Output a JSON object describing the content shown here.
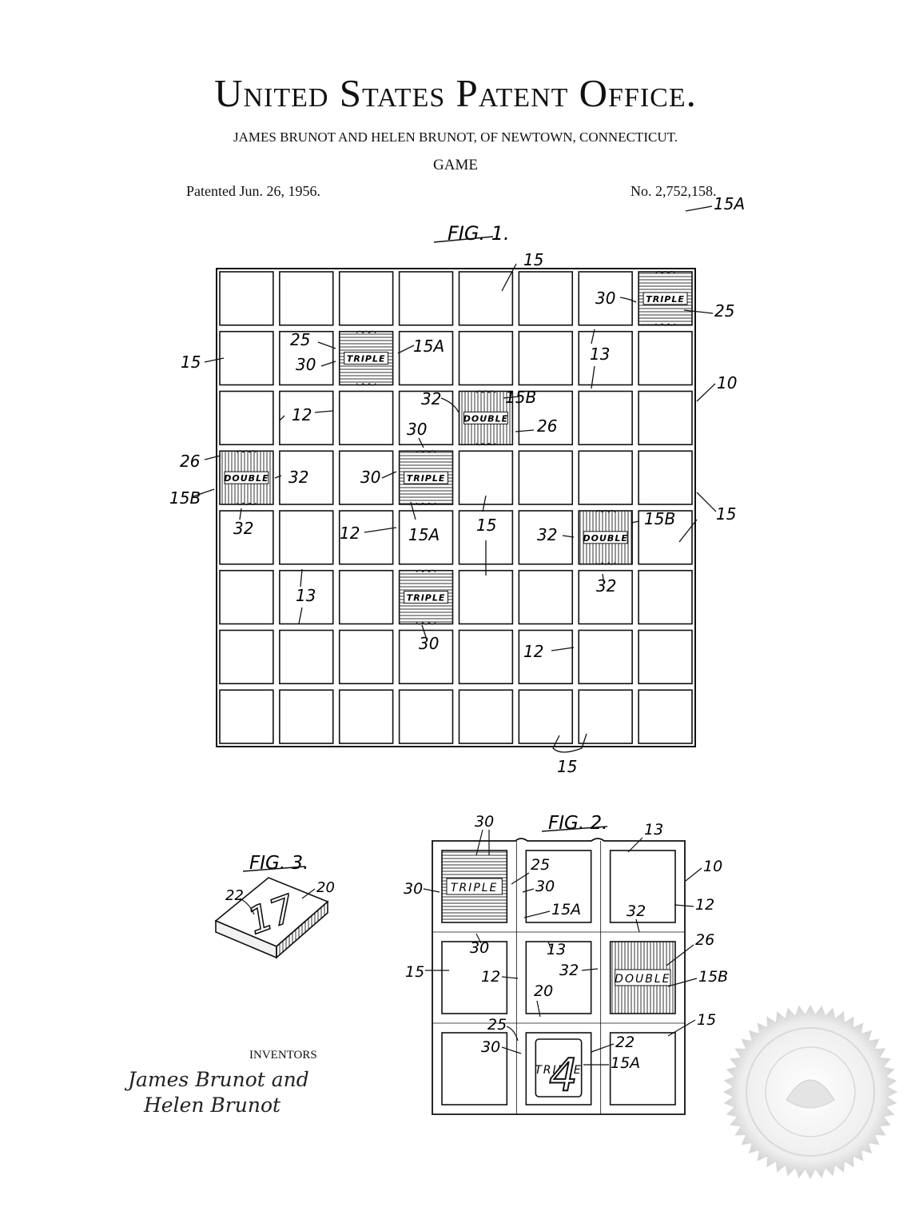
{
  "document": {
    "title": "United States Patent Office.",
    "inventors_line": "JAMES BRUNOT AND HELEN BRUNOT, OF NEWTOWN, CONNECTICUT.",
    "invention": "GAME",
    "patented": "Patented  Jun. 26, 1956.",
    "number": "No. 2,752,158."
  },
  "fig1": {
    "label": "FIG. 1.",
    "rows": 8,
    "cols": 8,
    "special_cells": [
      {
        "row": 0,
        "col": 7,
        "text": "TRIPLE",
        "kind": "triple"
      },
      {
        "row": 1,
        "col": 2,
        "text": "TRIPLE",
        "kind": "triple"
      },
      {
        "row": 2,
        "col": 4,
        "text": "DOUBLE",
        "kind": "double"
      },
      {
        "row": 3,
        "col": 0,
        "text": "DOUBLE",
        "kind": "double"
      },
      {
        "row": 3,
        "col": 3,
        "text": "TRIPLE",
        "kind": "triple"
      },
      {
        "row": 4,
        "col": 6,
        "text": "DOUBLE",
        "kind": "double"
      },
      {
        "row": 5,
        "col": 3,
        "text": "TRIPLE",
        "kind": "triple"
      }
    ],
    "reference_numerals": [
      "15",
      "15A",
      "30",
      "25",
      "25",
      "15A",
      "30",
      "15",
      "13",
      "10",
      "32",
      "15B",
      "26",
      "12",
      "30",
      "26",
      "32",
      "15B",
      "32",
      "30",
      "15",
      "12",
      "15A",
      "15",
      "32",
      "15B",
      "32",
      "13",
      "30",
      "12",
      "15"
    ]
  },
  "fig2": {
    "label": "FIG. 2.",
    "special_cells": [
      {
        "row": 0,
        "col": 0,
        "text": "TRIPLE",
        "kind": "triple"
      },
      {
        "row": 1,
        "col": 2,
        "text": "DOUBLE",
        "kind": "double"
      },
      {
        "row": 2,
        "col": 1,
        "text": "TRIPLE",
        "kind": "tile"
      }
    ],
    "tile_number": "4",
    "reference_numerals": [
      "30",
      "13",
      "10",
      "25",
      "30",
      "30",
      "15A",
      "12",
      "32",
      "30",
      "13",
      "26",
      "15",
      "12",
      "32",
      "15B",
      "20",
      "25",
      "22",
      "30",
      "15A",
      "15"
    ]
  },
  "fig3": {
    "label": "FIG. 3.",
    "tile_number": "17",
    "reference_numerals": [
      "22",
      "20"
    ]
  },
  "footer": {
    "inventors_caption": "INVENTORS",
    "signature_line1": "James Brunot and",
    "signature_line2": "Helen Brunot"
  },
  "colors": {
    "ink": "#111111",
    "paper": "#ffffff",
    "seal": "#d9d9d9"
  },
  "icons": {
    "seal": "patent-office-seal-icon"
  }
}
